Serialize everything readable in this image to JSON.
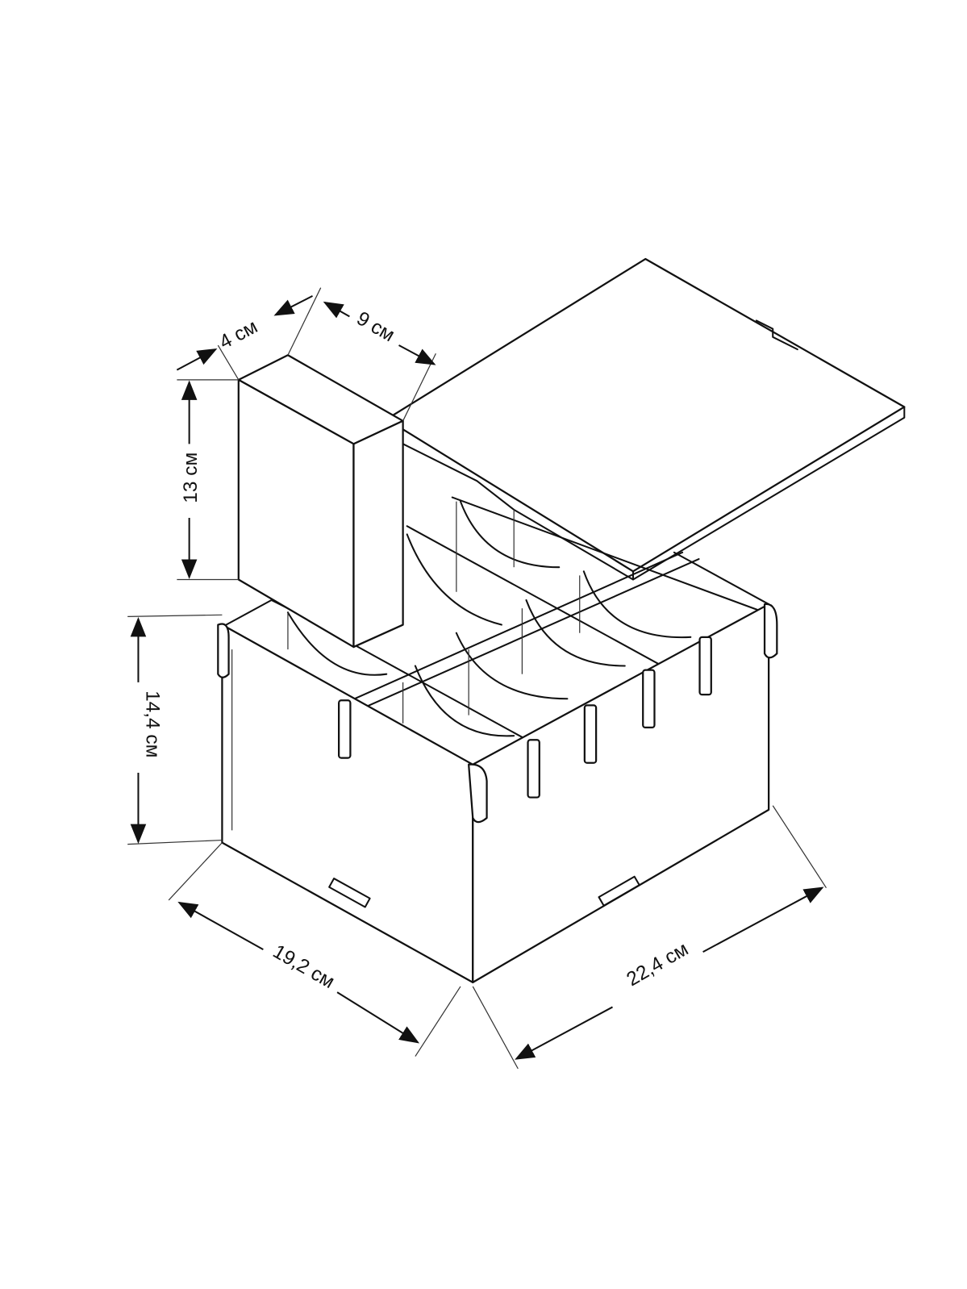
{
  "title": "Box organizer with compartments and lid - dimensions",
  "dimensions": {
    "item_depth": "4 см",
    "item_width": "9 см",
    "item_height": "13 см",
    "box_height": "14,4 см",
    "box_depth": "19,2 см",
    "box_width": "22,4 см"
  },
  "colors": {
    "line": "#111111",
    "background": "#ffffff"
  }
}
